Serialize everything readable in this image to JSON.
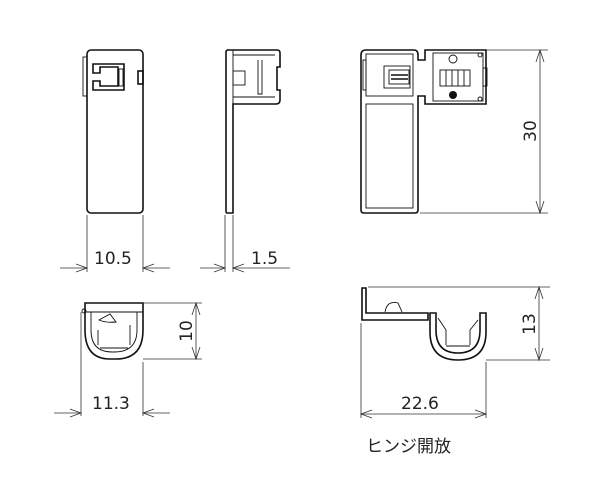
{
  "dimensions": {
    "front_width": "10.5",
    "side_thickness": "1.5",
    "height": "30",
    "bottom_height": "10",
    "bottom_width": "11.3",
    "open_height": "13",
    "open_width": "22.6"
  },
  "caption": "ヒンジ開放"
}
